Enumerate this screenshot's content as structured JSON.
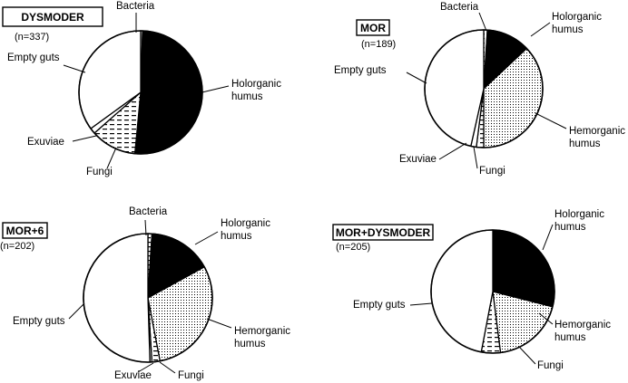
{
  "chart_data": [
    {
      "type": "pie",
      "title": "DYSMODER",
      "count_label": "(n=337)",
      "categories": [
        "Bacteria",
        "Holorganic humus",
        "Fungi",
        "Exuviae",
        "Empty guts"
      ],
      "values": [
        0.5,
        51,
        12,
        1.5,
        35
      ],
      "fills": [
        "white",
        "black",
        "dashes",
        "white",
        "white"
      ],
      "label_lines": [
        [
          "Bacteria"
        ],
        [
          "Holorganic",
          "humus"
        ],
        [
          "Fungi"
        ],
        [
          "Exuviae"
        ],
        [
          "Empty guts"
        ]
      ]
    },
    {
      "type": "pie",
      "title": "MOR",
      "count_label": "(n=189)",
      "categories": [
        "Bacteria",
        "Holorganic humus",
        "Hemorganic humus",
        "Fungi",
        "Exuviae",
        "Empty guts"
      ],
      "values": [
        1,
        12,
        37,
        2,
        1.5,
        46.5
      ],
      "fills": [
        "dashes",
        "black",
        "dots",
        "dashes",
        "white",
        "white"
      ],
      "label_lines": [
        [
          "Bacteria"
        ],
        [
          "Holorganic",
          "humus"
        ],
        [
          "Hemorganic",
          "humus"
        ],
        [
          "Fungi"
        ],
        [
          "Exuviae"
        ],
        [
          "Empty guts"
        ]
      ]
    },
    {
      "type": "pie",
      "title": "MOR+6",
      "count_label": "(n=202)",
      "categories": [
        "Bacteria",
        "Holorganic humus",
        "Hemorganic humus",
        "Fungi",
        "Exuviae",
        "Empty guts"
      ],
      "values": [
        1,
        16,
        30,
        2,
        0.5,
        50.5
      ],
      "fills": [
        "dashes",
        "black",
        "dots",
        "dashes",
        "white",
        "white"
      ],
      "label_lines": [
        [
          "Bacteria"
        ],
        [
          "Holorganic",
          "humus"
        ],
        [
          "Hemorganic",
          "humus"
        ],
        [
          "Fungi"
        ],
        [
          "Exuviae"
        ],
        [
          "Empty guts"
        ]
      ]
    },
    {
      "type": "pie",
      "title": "MOR+DYSMODER",
      "count_label": "(n=205)",
      "categories": [
        "Holorganic humus",
        "Hemorganic humus",
        "Fungi",
        "Empty guts"
      ],
      "values": [
        29,
        19,
        5,
        47
      ],
      "fills": [
        "black",
        "dots",
        "dashes",
        "white"
      ],
      "label_lines": [
        [
          "Holorganic",
          "humus"
        ],
        [
          "Hemorganic",
          "humus"
        ],
        [
          "Fungi"
        ],
        [
          "Empty guts"
        ]
      ]
    }
  ]
}
